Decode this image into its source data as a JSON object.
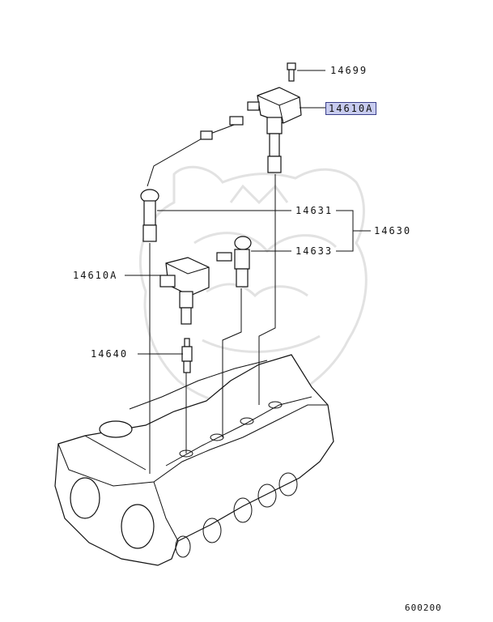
{
  "labels": {
    "bolt": "14699",
    "coil_top": "14610A",
    "plug_cable": "14631",
    "cable_set": "14630",
    "coil_cable": "14633",
    "coil_left": "14610A",
    "spark_plug": "14640"
  },
  "footer_code": "600200",
  "colors": {
    "highlight_fill": "#c8ccef",
    "highlight_border": "#3a3f8a",
    "line": "#111111",
    "watermark": "#e2e2e2"
  }
}
